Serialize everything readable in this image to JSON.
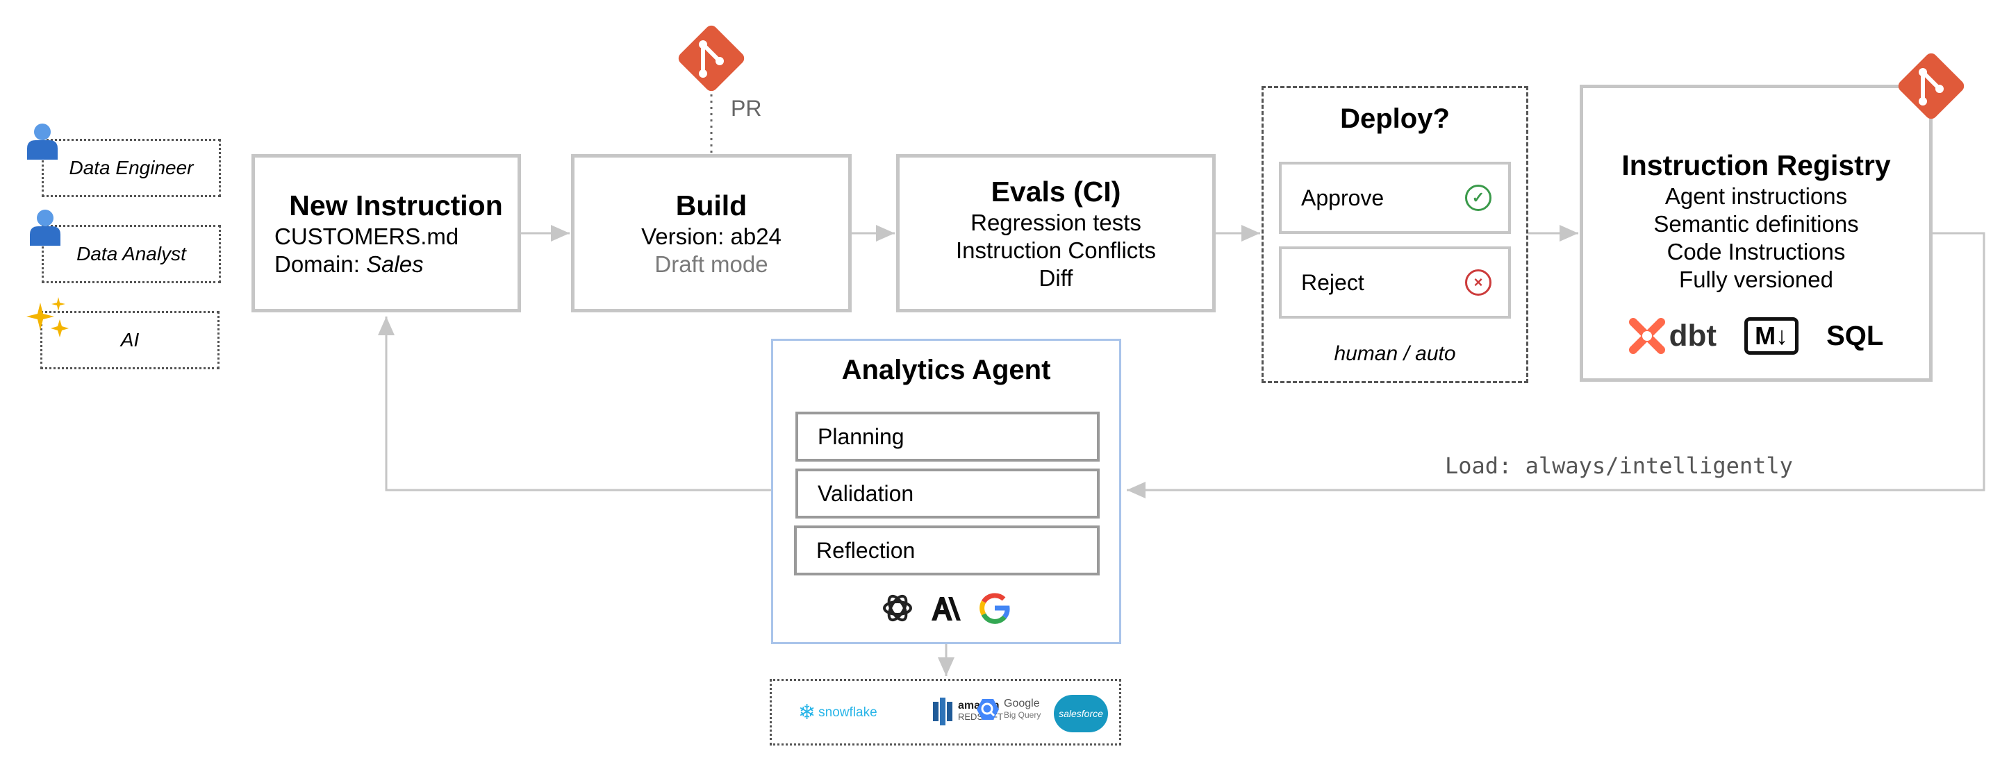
{
  "actors": [
    {
      "label": "Data Engineer",
      "icon": "person-icon"
    },
    {
      "label": "Data Analyst",
      "icon": "person-icon"
    },
    {
      "label": "AI",
      "icon": "sparkles-icon"
    }
  ],
  "new_instruction": {
    "title": "New Instruction",
    "file": "CUSTOMERS.md",
    "domain_label": "Domain: ",
    "domain_value": "Sales"
  },
  "build": {
    "title": "Build",
    "version": "Version: ab24",
    "mode": "Draft mode",
    "pr_label": "PR",
    "icon": "git-icon"
  },
  "evals": {
    "title": "Evals (CI)",
    "lines": [
      "Regression tests",
      "Instruction Conflicts",
      "Diff"
    ]
  },
  "deploy": {
    "title": "Deploy?",
    "approve": "Approve",
    "reject": "Reject",
    "mode": "human / auto"
  },
  "registry": {
    "title": "Instruction Registry",
    "lines": [
      "Agent instructions",
      "Semantic definitions",
      "Code Instructions",
      "Fully versioned"
    ],
    "logos": {
      "dbt": "dbt",
      "markdown": "M↓",
      "sql": "SQL"
    },
    "icon": "git-icon"
  },
  "load_label": "Load: always/intelligently",
  "agent": {
    "title": "Analytics Agent",
    "items": [
      "Planning",
      "Validation",
      "Reflection"
    ],
    "model_icons": [
      "openai-icon",
      "anthropic-icon",
      "google-icon"
    ]
  },
  "sources": {
    "snowflake": "snowflake",
    "redshift_top": "amazon",
    "redshift_bottom": "REDSHIFT",
    "bigquery_top": "Google",
    "bigquery_bottom": "Big Query",
    "salesforce": "salesforce"
  },
  "colors": {
    "git": "#e05a3a",
    "line": "#c6c6c6",
    "agent_border": "#a9c4ea",
    "approve": "#3a9a4a",
    "reject": "#cc3b3b",
    "person": "#3b7ddd"
  }
}
